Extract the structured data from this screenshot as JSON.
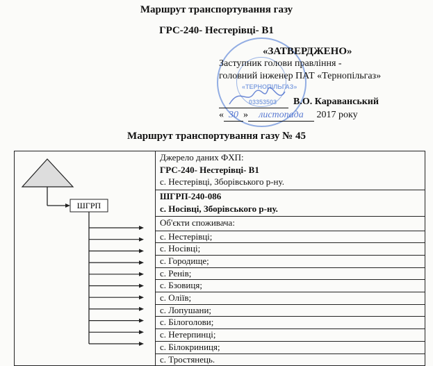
{
  "header": {
    "title": "Маршрут транспортування газу",
    "route": "ГРС-240- Нестерівці- В1"
  },
  "approval": {
    "label": "«ЗАТВЕРДЖЕНО»",
    "position_line1": "Заступник голови правління -",
    "position_line2": "головний інженер ПАТ «Тернопільгаз»",
    "signatory": "В.О. Караванський",
    "date_prefix": "«",
    "date_day": "30",
    "date_mid": "»",
    "date_month": "листопада",
    "date_suffix": "2017 року"
  },
  "stamp": {
    "name": "«ТЕРНОПІЛЬГАЗ»",
    "code": "03353503"
  },
  "subtitle": "Маршрут транспортування газу № 45",
  "diagram": {
    "box_label": "ШГРП"
  },
  "table": {
    "source_label": "Джерело даних ФХП:",
    "source_name": "ГРС-240- Нестерівці- В1",
    "source_location": "с. Нестерівці, Зборівського р-ну.",
    "shgrp_name": "ШГРП-240-086",
    "shgrp_location": "с. Носівці, Зборівського р-ну.",
    "consumers_label": "Об'єкти споживача:",
    "consumers": [
      "с. Нестерівці;",
      "с. Носівці;",
      "с. Городище;",
      "с. Ренів;",
      "с. Бзовиця;",
      "с. Оліїв;",
      "с. Лопушани;",
      "с. Білоголови;",
      "с. Нетерпинці;",
      "с. Білокриниця;",
      "с. Тростянець."
    ]
  }
}
